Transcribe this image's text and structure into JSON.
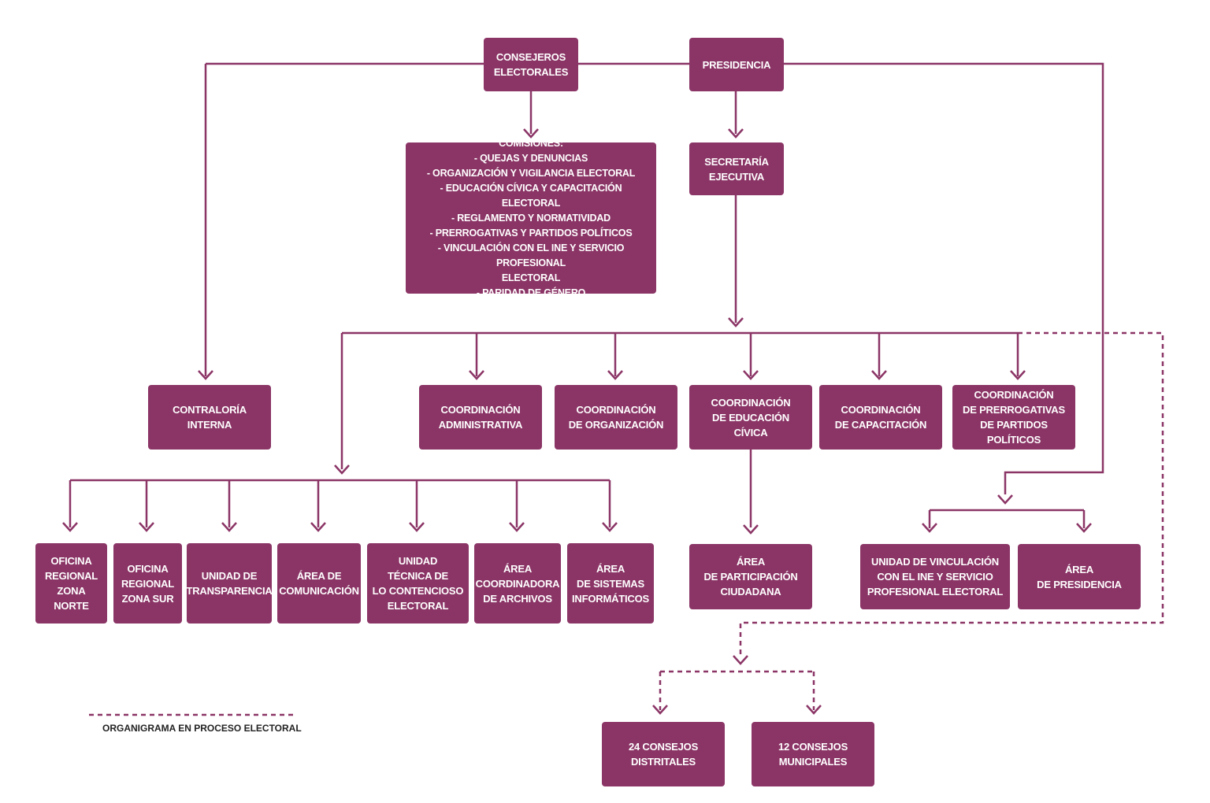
{
  "colors": {
    "box": "#8b3566",
    "line": "#8b3566",
    "background": "#ffffff"
  },
  "nodes": {
    "consejeros": "CONSEJEROS\nELECTORALES",
    "presidencia": "PRESIDENCIA",
    "comisiones": "COMISIONES:\n- QUEJAS Y DENUNCIAS\n- ORGANIZACIÓN Y VIGILANCIA ELECTORAL\n- EDUCACIÓN CÍVICA Y CAPACITACIÓN ELECTORAL\n- REGLAMENTO Y NORMATIVIDAD\n- PRERROGATIVAS Y PARTIDOS POLÍTICOS\n- VINCULACIÓN CON EL INE Y SERVICIO PROFESIONAL\nELECTORAL\n- PARIDAD DE GÉNERO",
    "secretaria": "SECRETARÍA\nEJECUTIVA",
    "contraloria": "CONTRALORÍA\nINTERNA",
    "coord_admin": "COORDINACIÓN\nADMINISTRATIVA",
    "coord_org": "COORDINACIÓN\nDE ORGANIZACIÓN",
    "coord_edu": "COORDINACIÓN\nDE EDUCACIÓN CÍVICA",
    "coord_cap": "COORDINACIÓN\nDE CAPACITACIÓN",
    "coord_prerr": "COORDINACIÓN\nDE PRERROGATIVAS\nDE PARTIDOS POLÍTICOS",
    "of_norte": "OFICINA\nREGIONAL\nZONA NORTE",
    "of_sur": "OFICINA\nREGIONAL\nZONA SUR",
    "transparencia": "UNIDAD DE\nTRANSPARENCIA",
    "comunicacion": "ÁREA DE\nCOMUNICACIÓN",
    "contencioso": "UNIDAD\nTÉCNICA DE\nLO CONTENCIOSO\nELECTORAL",
    "archivos": "ÁREA\nCOORDINADORA\nDE ARCHIVOS",
    "sistemas": "ÁREA\nDE SISTEMAS\nINFORMÁTICOS",
    "participacion": "ÁREA\nDE PARTICIPACIÓN\nCIUDADANA",
    "vinculacion": "UNIDAD DE VINCULACIÓN\nCON EL INE Y SERVICIO\nPROFESIONAL ELECTORAL",
    "area_presidencia": "ÁREA\nDE PRESIDENCIA",
    "distritales": "24 CONSEJOS\nDISTRITALES",
    "municipales": "12 CONSEJOS\nMUNICIPALES"
  },
  "edges": [
    {
      "from": "consejeros",
      "to": "comisiones",
      "style": "solid"
    },
    {
      "from": "consejeros",
      "to": "contraloria",
      "style": "solid"
    },
    {
      "from": "presidencia",
      "to": "secretaria",
      "style": "solid"
    },
    {
      "from": "presidencia",
      "to": "vinculacion",
      "style": "solid"
    },
    {
      "from": "presidencia",
      "to": "area_presidencia",
      "style": "solid"
    },
    {
      "from": "secretaria",
      "to": "coord_admin",
      "style": "solid"
    },
    {
      "from": "secretaria",
      "to": "coord_org",
      "style": "solid"
    },
    {
      "from": "secretaria",
      "to": "coord_edu",
      "style": "solid"
    },
    {
      "from": "secretaria",
      "to": "coord_cap",
      "style": "solid"
    },
    {
      "from": "secretaria",
      "to": "coord_prerr",
      "style": "solid"
    },
    {
      "from": "secretaria",
      "to": "of_norte",
      "style": "solid"
    },
    {
      "from": "secretaria",
      "to": "of_sur",
      "style": "solid"
    },
    {
      "from": "secretaria",
      "to": "transparencia",
      "style": "solid"
    },
    {
      "from": "secretaria",
      "to": "comunicacion",
      "style": "solid"
    },
    {
      "from": "secretaria",
      "to": "contencioso",
      "style": "solid"
    },
    {
      "from": "secretaria",
      "to": "archivos",
      "style": "solid"
    },
    {
      "from": "secretaria",
      "to": "sistemas",
      "style": "solid"
    },
    {
      "from": "coord_edu",
      "to": "participacion",
      "style": "solid"
    },
    {
      "from": "secretaria",
      "to": "distritales",
      "style": "dashed"
    },
    {
      "from": "secretaria",
      "to": "municipales",
      "style": "dashed"
    }
  ],
  "legend": {
    "label": "ORGANIGRAMA EN PROCESO ELECTORAL",
    "line_style": "dashed"
  }
}
